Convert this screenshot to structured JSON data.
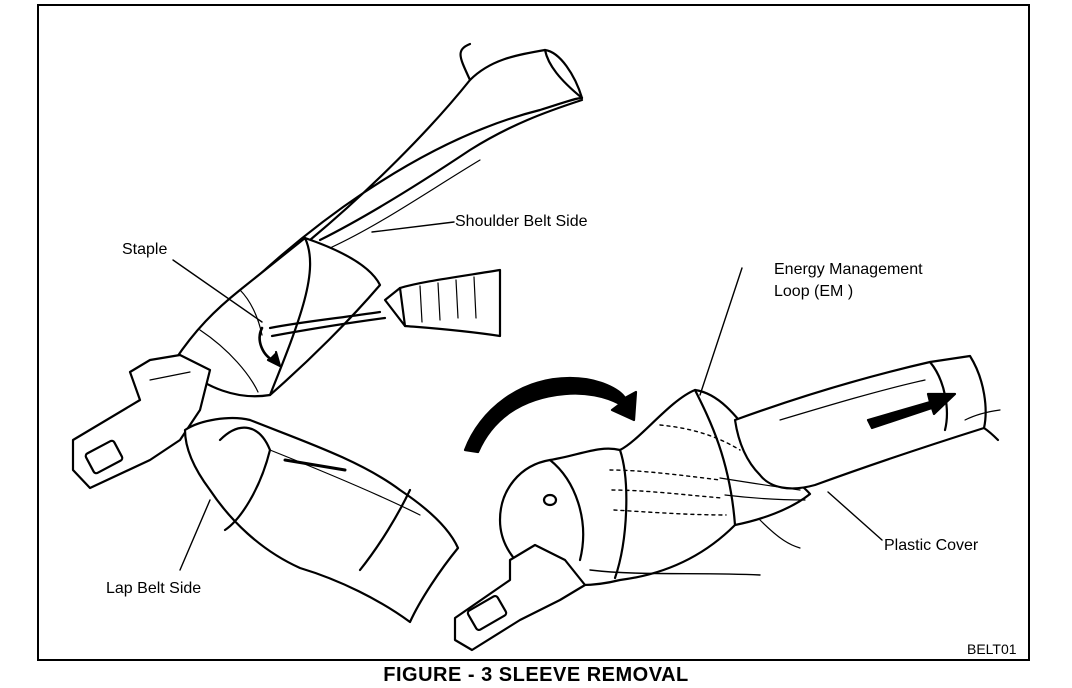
{
  "figure": {
    "caption": "FIGURE - 3 SLEEVE REMOVAL",
    "code": "BELT01",
    "labels": {
      "shoulder_belt_side": "Shoulder Belt Side",
      "staple": "Staple",
      "lap_belt_side": "Lap Belt Side",
      "energy_management_loop_line1": "Energy Management",
      "energy_management_loop_line2": "Loop (EM )",
      "plastic_cover": "Plastic Cover"
    }
  }
}
